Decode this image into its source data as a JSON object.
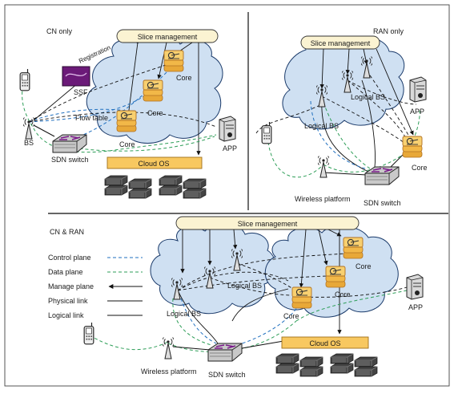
{
  "panels": {
    "cn_only": {
      "title": "CN only",
      "slice_management": "Slice management",
      "registration": "Registration",
      "ssf": "SSF",
      "flow_table": "Flow table",
      "core_labels": [
        "Core",
        "Core",
        "Core"
      ],
      "bs": "BS",
      "sdn_switch": "SDN switch",
      "cloud_os": "Cloud OS",
      "app": "APP"
    },
    "ran_only": {
      "title": "RAN only",
      "slice_management": "Slice management",
      "logical_bs": [
        "Logical BS",
        "Logical BS"
      ],
      "app": "APP",
      "core": "Core",
      "wireless_platform": "Wireless platform",
      "sdn_switch": "SDN switch"
    },
    "cn_ran": {
      "title": "CN & RAN",
      "slice_management": "Slice management",
      "logical_bs": [
        "Logical BS",
        "Logical BS"
      ],
      "core_labels": [
        "Core",
        "Core",
        "Core"
      ],
      "cloud_os": "Cloud OS",
      "app": "APP",
      "wireless_platform": "Wireless platform",
      "sdn_switch": "SDN switch"
    }
  },
  "legend": {
    "items": [
      {
        "label": "Control plane",
        "style": "dashed-blue"
      },
      {
        "label": "Data plane",
        "style": "dashed-green"
      },
      {
        "label": "Manage plane",
        "style": "arrow-black"
      },
      {
        "label": "Physical link",
        "style": "solid-black"
      },
      {
        "label": "Logical link",
        "style": "solid-black"
      }
    ]
  },
  "colors": {
    "cloud_fill": "#cfe0f2",
    "slice_fill": "#fbf3d2",
    "core_fill": "#f6c564",
    "cloud_os_fill": "#f8c860",
    "control_plane": "#1f6fbf",
    "data_plane": "#2e9e58",
    "ssf_fill": "#6b1a78"
  }
}
